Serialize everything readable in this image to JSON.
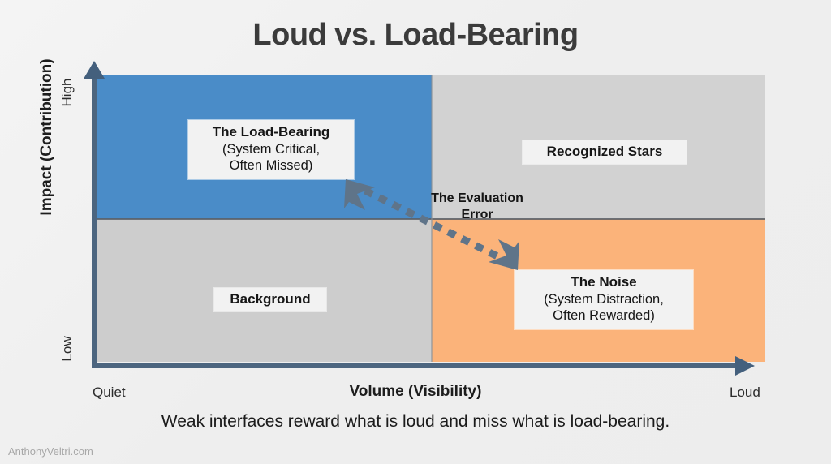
{
  "title": "Loud vs. Load-Bearing",
  "caption": "Weak interfaces reward what is loud and miss what is load-bearing.",
  "watermark": "AnthonyVeltri.com",
  "axes": {
    "y_label": "Impact (Contribution)",
    "y_high": "High",
    "y_low": "Low",
    "x_label": "Volume (Visibility)",
    "x_low": "Quiet",
    "x_high": "Loud"
  },
  "annotation": {
    "line1": "The Evaluation",
    "line2": "Error"
  },
  "quadrants": {
    "top_left": {
      "title": "The Load-Bearing",
      "sub1": "(System Critical,",
      "sub2": "Often Missed)"
    },
    "top_right": {
      "title": "Recognized Stars"
    },
    "bottom_left": {
      "title": "Background"
    },
    "bottom_right": {
      "title": "The Noise",
      "sub1": "(System Distraction,",
      "sub2": "Often Rewarded)"
    }
  },
  "colors": {
    "load_bearing_blue": "#4a8cc8",
    "recognized_gray": "#d2d2d2",
    "background_gray": "#cdcdcd",
    "noise_orange": "#fbb37a",
    "axis_slate": "#4c657f",
    "arrow_slate": "#5f7489",
    "canvas": "#f0f0f0",
    "title_text": "#3b3b3b"
  },
  "chart_data": {
    "type": "matrix",
    "title": "Loud vs. Load-Bearing",
    "xlabel": "Volume (Visibility)",
    "ylabel": "Impact (Contribution)",
    "x_ticks": [
      "Quiet",
      "Loud"
    ],
    "y_ticks": [
      "Low",
      "High"
    ],
    "grid": false,
    "legend": "none",
    "cells": [
      {
        "x": "Quiet",
        "y": "High",
        "label": "The Load-Bearing",
        "detail": "(System Critical, Often Missed)",
        "color": "#4a8cc8"
      },
      {
        "x": "Loud",
        "y": "High",
        "label": "Recognized Stars",
        "detail": "",
        "color": "#d2d2d2"
      },
      {
        "x": "Quiet",
        "y": "Low",
        "label": "Background",
        "detail": "",
        "color": "#cdcdcd"
      },
      {
        "x": "Loud",
        "y": "Low",
        "label": "The Noise",
        "detail": "(System Distraction, Often Rewarded)",
        "color": "#fbb37a"
      }
    ],
    "annotations": [
      {
        "text": "The Evaluation Error",
        "type": "double-headed-dashed-arrow",
        "from": "The Noise",
        "to": "The Load-Bearing"
      }
    ]
  }
}
